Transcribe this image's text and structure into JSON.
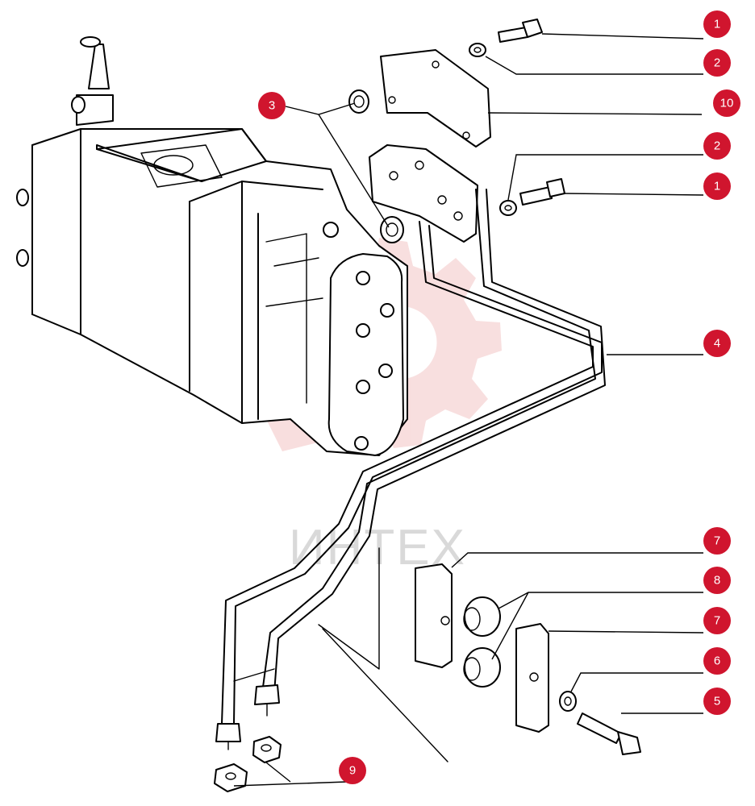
{
  "colors": {
    "callout": "#d0152e",
    "watermark_logo": "#f3c4c4",
    "watermark_text": "#d9d9d9",
    "line": "#000000",
    "background": "#ffffff"
  },
  "watermark": {
    "text": "ИНТЕХ",
    "logo_icon": "gear-logo-icon"
  },
  "callouts": [
    {
      "id": "c1a",
      "label": "1"
    },
    {
      "id": "c2a",
      "label": "2"
    },
    {
      "id": "c10",
      "label": "10"
    },
    {
      "id": "c3",
      "label": "3"
    },
    {
      "id": "c2b",
      "label": "2"
    },
    {
      "id": "c1b",
      "label": "1"
    },
    {
      "id": "c4",
      "label": "4"
    },
    {
      "id": "c7a",
      "label": "7"
    },
    {
      "id": "c8",
      "label": "8"
    },
    {
      "id": "c7b",
      "label": "7"
    },
    {
      "id": "c6",
      "label": "6"
    },
    {
      "id": "c5",
      "label": "5"
    },
    {
      "id": "c9",
      "label": "9"
    }
  ]
}
